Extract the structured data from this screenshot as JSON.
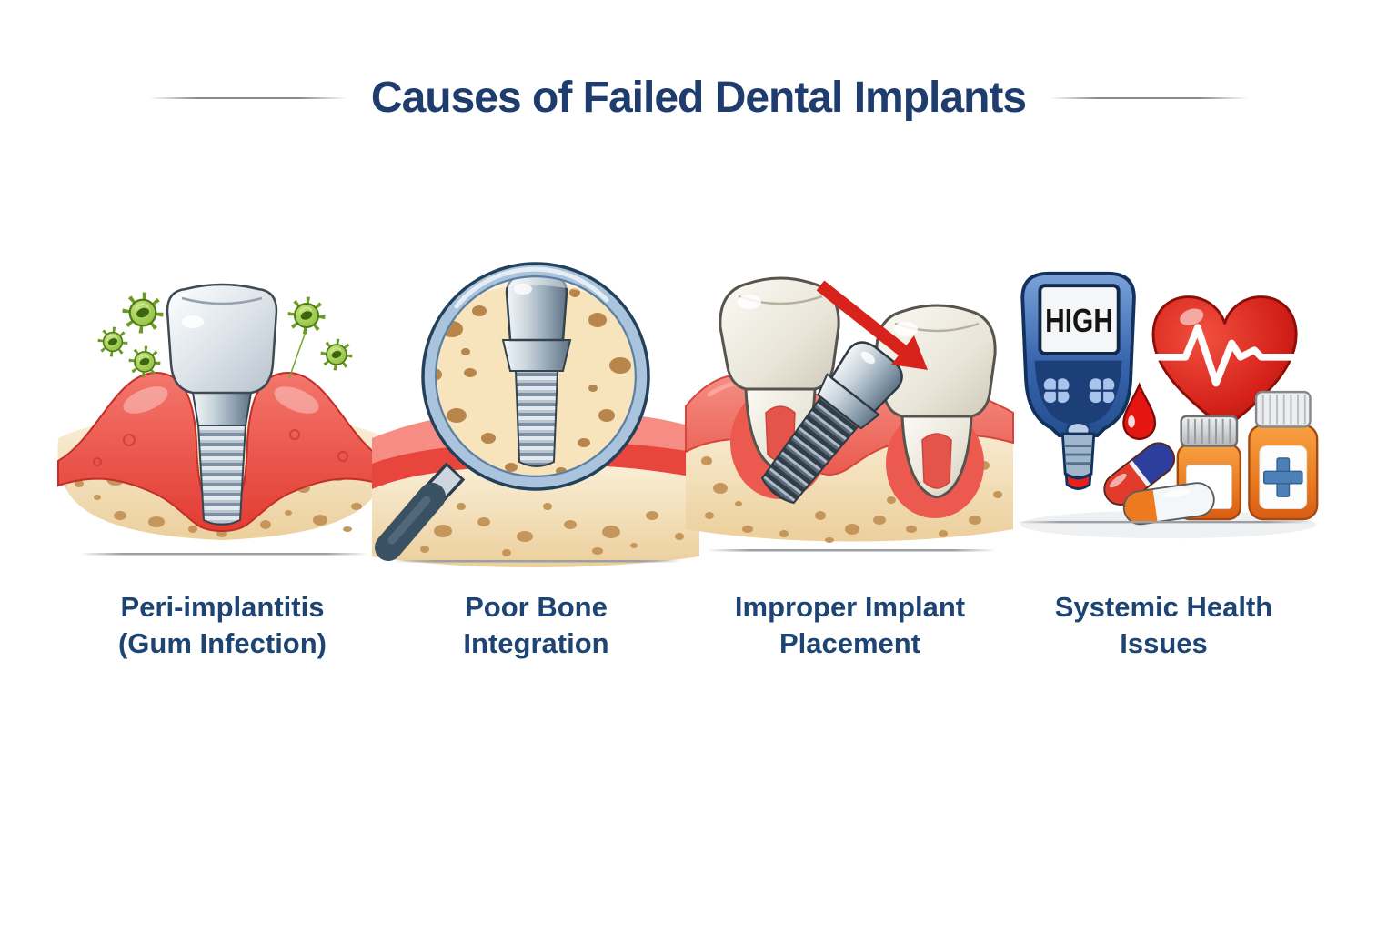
{
  "title": "Causes of Failed Dental Implants",
  "panels": [
    {
      "name": "peri-implantitis",
      "label_line1": "Peri-implantitis",
      "label_line2": "(Gum Infection)"
    },
    {
      "name": "poor-bone-integration",
      "label_line1": "Poor Bone",
      "label_line2": "Integration"
    },
    {
      "name": "improper-implant-placement",
      "label_line1": "Improper Implant",
      "label_line2": "Placement"
    },
    {
      "name": "systemic-health-issues",
      "label_line1": "Systemic Health",
      "label_line2": "Issues"
    }
  ],
  "glucose_meter": {
    "reading": "HIGH"
  },
  "colors": {
    "title_text": "#1e3c6d",
    "caption_text": "#1d4473",
    "divider_gray": "#85888d",
    "gum_red": "#e8463c",
    "bone_cream": "#f6e3bb",
    "bone_pore_tan": "#c4965c",
    "implant_metal_gray": "#9fb0be",
    "bacteria_green": "#8cc63f",
    "heart_red": "#d5221a",
    "alert_arrow_red": "#d8231c",
    "glucose_meter_blue": "#3764ad",
    "pill_bottle_orange": "#ea7a1e",
    "medical_cross_blue": "#4d80b8"
  }
}
